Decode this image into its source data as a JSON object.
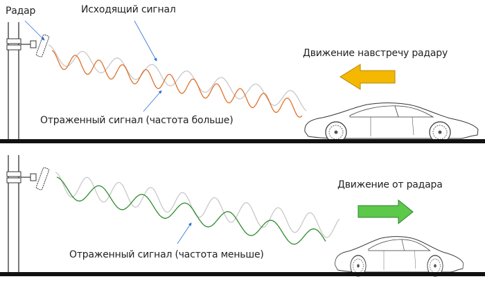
{
  "top_panel": {
    "radar_label": "Радар",
    "outgoing_label": "Исходящий сигнал",
    "reflected_label": "Отраженный сигнал (частота больше)",
    "motion_label": "Движение навстречу радару",
    "arrow_direction": "left",
    "arrow_color": "#f5b800",
    "reflected_color": "#e0702a"
  },
  "bottom_panel": {
    "reflected_label": "Отраженный сигнал (частота меньше)",
    "motion_label": "Движение от радара",
    "arrow_direction": "right",
    "arrow_color": "#5cc94a",
    "reflected_color": "#2e8b2e"
  },
  "outgoing_color": "#c8c8c8"
}
